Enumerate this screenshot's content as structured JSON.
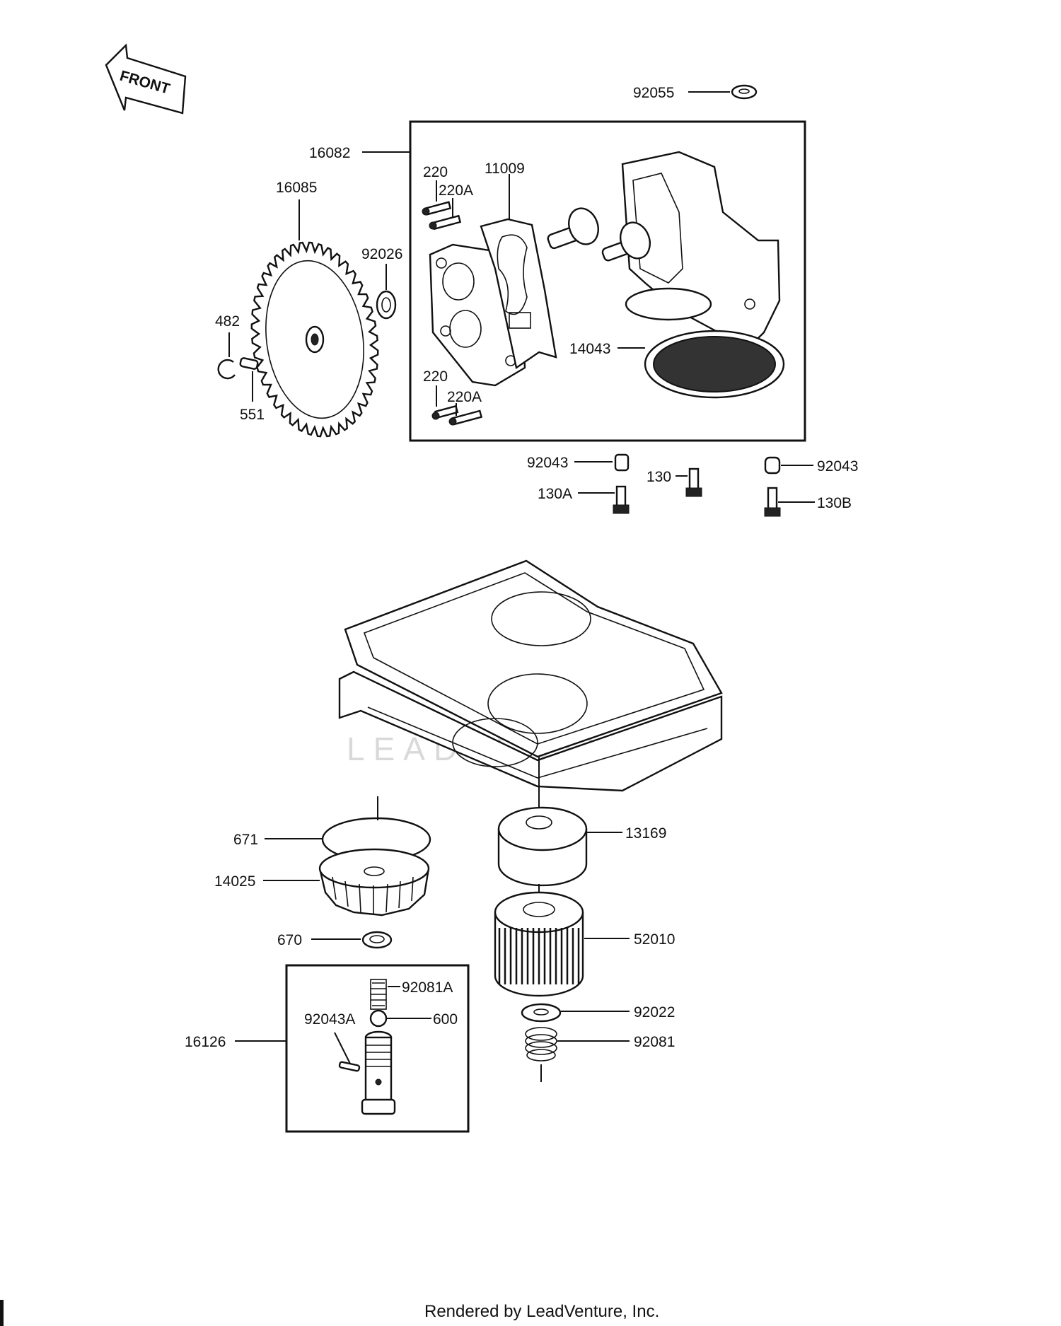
{
  "arrow": {
    "text": "FRONT"
  },
  "watermark": "LEADVENTURE",
  "footer": "Rendered by LeadVenture, Inc.",
  "labels": {
    "p92055": "92055",
    "p16082": "16082",
    "p220_top": "220",
    "p220A_top": "220A",
    "p11009": "11009",
    "p16085": "16085",
    "p92026": "92026",
    "p482": "482",
    "p551": "551",
    "p14043": "14043",
    "p220_bot": "220",
    "p220A_bot": "220A",
    "p92043_left": "92043",
    "p130": "130",
    "p92043_right": "92043",
    "p130A": "130A",
    "p130B": "130B",
    "p671": "671",
    "p14025": "14025",
    "p13169": "13169",
    "p670": "670",
    "p52010": "52010",
    "p92081A": "92081A",
    "p92043A": "92043A",
    "p600": "600",
    "p16126": "16126",
    "p92022": "92022",
    "p92081": "92081"
  }
}
